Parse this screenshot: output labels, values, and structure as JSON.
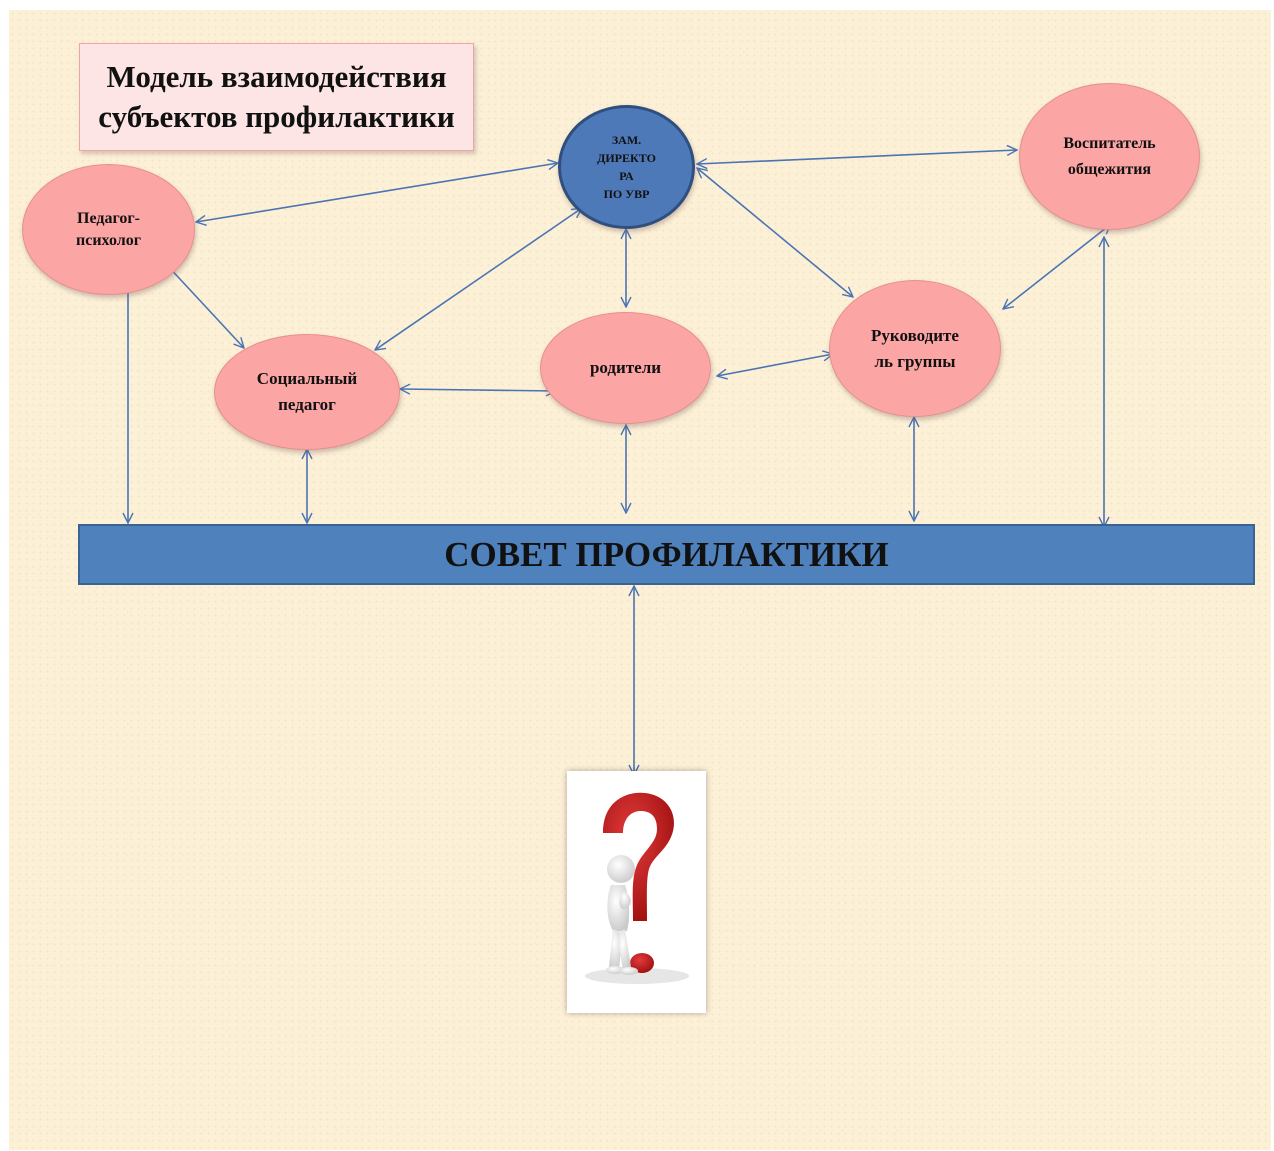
{
  "title": "Модель взаимодействия\nсубъектов профилактики",
  "nodes": {
    "pedagog_psiholog": "Педагог-\nпсихолог",
    "zam_direktora": "ЗАМ.\nДИРЕКТО\nРА\nПО УВР",
    "vospitatel": "Воспитатель\nобщежития",
    "socialnyi_pedagog": "Социальный\nпедагог",
    "roditeli": "родители",
    "rukovoditel": "Руководите\nль группы"
  },
  "council": "СОВЕТ ПРОФИЛАКТИКИ",
  "colors": {
    "node_fill": "#fca5a5",
    "center_fill": "#4e79b8",
    "council_fill": "#4f81bd",
    "arrow": "#4a74b4",
    "title_fill": "#fde5e5",
    "background": "#fcf0d7"
  },
  "image": {
    "icon": "question-person-icon"
  }
}
